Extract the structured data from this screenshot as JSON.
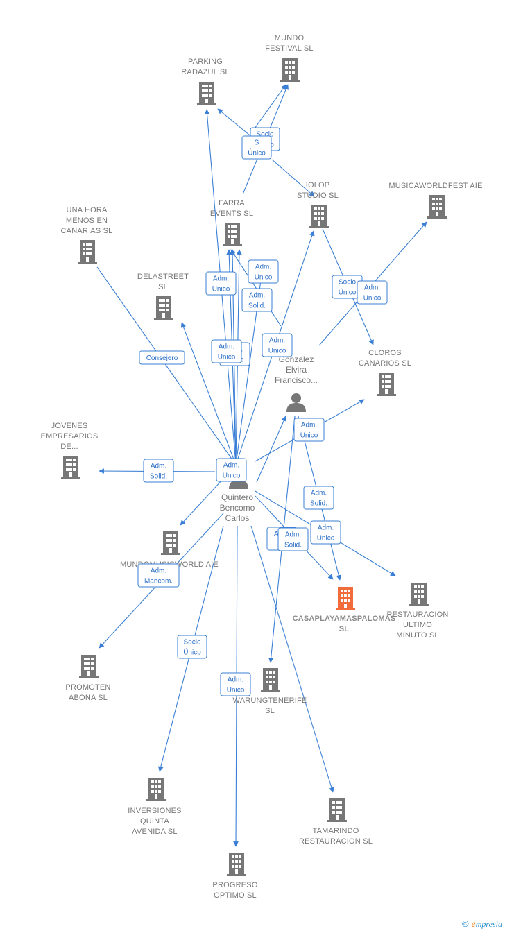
{
  "colors": {
    "edge": "#3a7fd5",
    "building": "#777777",
    "building_focus": "#f26b3a",
    "label": "#777777"
  },
  "footer": {
    "copyright": "©",
    "brand_first": "e",
    "brand_rest": "mpresia"
  },
  "people": [
    {
      "id": "quintero",
      "lines": [
        "Quintero",
        "Bencomo",
        "Carlos"
      ]
    },
    {
      "id": "gonzalez",
      "lines": [
        "Gonzalez",
        "Elvira",
        "Francisco..."
      ]
    }
  ],
  "companies": [
    {
      "id": "mundo_festival",
      "lines": [
        "MUNDO",
        "FESTIVAL  SL"
      ],
      "focus": false
    },
    {
      "id": "parking_radazul",
      "lines": [
        "PARKING",
        "RADAZUL  SL"
      ],
      "focus": false
    },
    {
      "id": "iolop",
      "lines": [
        "IOLOP",
        "STUDIO  SL"
      ],
      "focus": false
    },
    {
      "id": "musicaworldfest",
      "lines": [
        "MUSICAWORLDFEST AIE"
      ],
      "focus": false
    },
    {
      "id": "una_hora",
      "lines": [
        "UNA HORA",
        "MENOS EN",
        "CANARIAS SL"
      ],
      "focus": false
    },
    {
      "id": "farra",
      "lines": [
        "FARRA",
        "EVENTS  SL"
      ],
      "focus": false
    },
    {
      "id": "delastreet",
      "lines": [
        "DELASTREET",
        "SL"
      ],
      "focus": false
    },
    {
      "id": "cloros",
      "lines": [
        "CLOROS",
        "CANARIOS  SL"
      ],
      "focus": false
    },
    {
      "id": "jovenes",
      "lines": [
        "JOVENES",
        "EMPRESARIOS",
        "DE..."
      ],
      "focus": false
    },
    {
      "id": "mundomusic",
      "lines": [
        "MUNDOMUSICWORLD AIE"
      ],
      "focus": false
    },
    {
      "id": "casaplaya",
      "lines": [
        "CASAPLAYAMASPALOMAS",
        "SL"
      ],
      "focus": true
    },
    {
      "id": "restauracion",
      "lines": [
        "RESTAURACION",
        "ULTIMO",
        "MINUTO  SL"
      ],
      "focus": false
    },
    {
      "id": "promoten",
      "lines": [
        "PROMOTEN",
        "ABONA  SL"
      ],
      "focus": false
    },
    {
      "id": "warung",
      "lines": [
        "WARUNGTENERIFE",
        "SL"
      ],
      "focus": false
    },
    {
      "id": "inversiones",
      "lines": [
        "INVERSIONES",
        "QUINTA",
        "AVENIDA SL"
      ],
      "focus": false
    },
    {
      "id": "tamarindo",
      "lines": [
        "TAMARINDO",
        "RESTAURACION SL"
      ],
      "focus": false
    },
    {
      "id": "progreso",
      "lines": [
        "PROGRESO",
        "OPTIMO  SL"
      ],
      "focus": false
    }
  ],
  "relations": [
    {
      "id": "r1",
      "lines": [
        "Socio",
        "Único"
      ]
    },
    {
      "id": "r2",
      "lines": [
        "S",
        "Único"
      ]
    },
    {
      "id": "r3",
      "lines": [
        "Adm.",
        "Unico"
      ]
    },
    {
      "id": "r4",
      "lines": [
        "Adm.",
        "Unico"
      ]
    },
    {
      "id": "r5",
      "lines": [
        "Adm.",
        "Solid."
      ]
    },
    {
      "id": "r6",
      "lines": [
        "Socio",
        "Único"
      ]
    },
    {
      "id": "r7",
      "lines": [
        "Adm.",
        "Unico"
      ]
    },
    {
      "id": "r8",
      "lines": [
        "Consejero"
      ]
    },
    {
      "id": "r9",
      "lines": [
        "Adm.",
        "Unico"
      ]
    },
    {
      "id": "r10",
      "lines": [
        "Adm.",
        "Unico"
      ]
    },
    {
      "id": "r11",
      "lines": [
        "Adm.",
        "Unico"
      ]
    },
    {
      "id": "r12",
      "lines": [
        "Adm.",
        "Solid."
      ]
    },
    {
      "id": "r13",
      "lines": [
        "Adm.",
        "Unico"
      ]
    },
    {
      "id": "r14",
      "lines": [
        "Adm.",
        "Solid."
      ]
    },
    {
      "id": "r15",
      "lines": [
        "Adm.",
        "Unico"
      ]
    },
    {
      "id": "r16",
      "lines": [
        "Adm.",
        "Mancom."
      ]
    },
    {
      "id": "r17",
      "lines": [
        "Adm.",
        "U"
      ]
    },
    {
      "id": "r18",
      "lines": [
        "Adm.",
        "Solid."
      ]
    },
    {
      "id": "r19",
      "lines": [
        "Socio",
        "Único"
      ]
    },
    {
      "id": "r20",
      "lines": [
        "Adm.",
        "Unico"
      ]
    },
    {
      "id": "r21",
      "lines": [
        "Adm.",
        "Unico"
      ]
    }
  ]
}
